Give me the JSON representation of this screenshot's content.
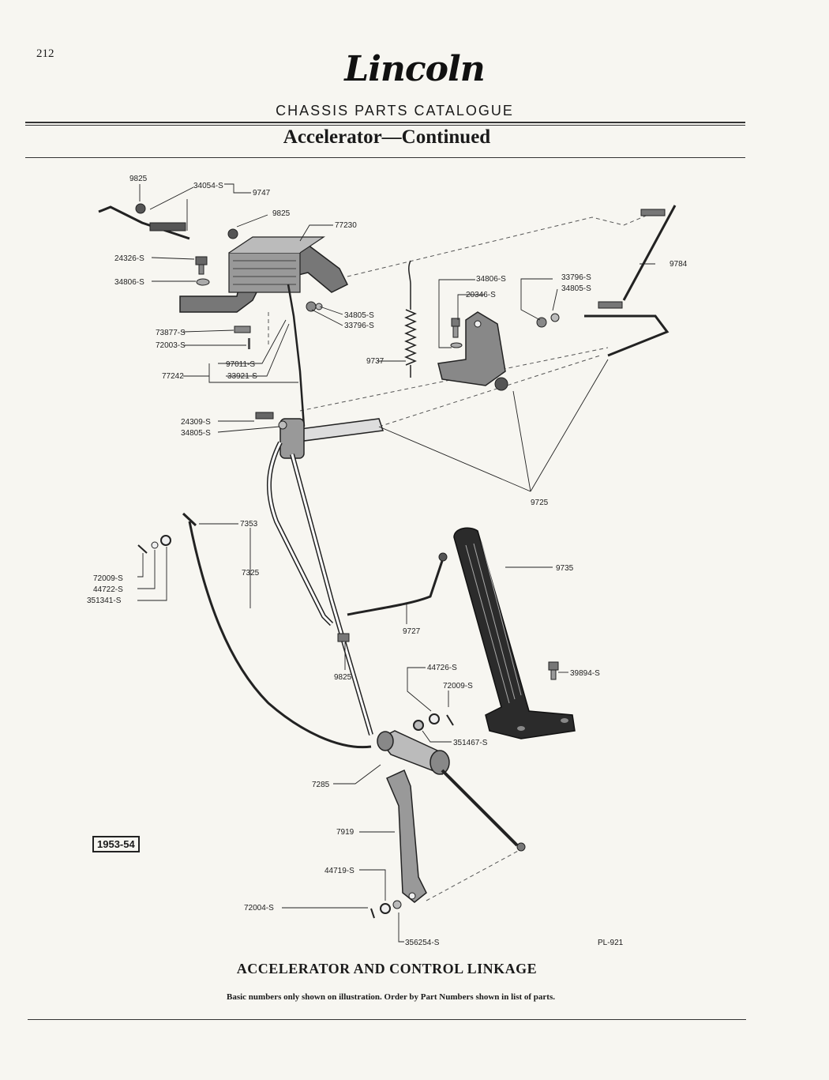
{
  "page": {
    "number": "212",
    "brand": "Lincoln",
    "catalogue_title": "CHASSIS PARTS CATALOGUE",
    "section_title": "Accelerator—Continued",
    "year_badge": "1953-54",
    "plate_id": "PL-921",
    "caption": "ACCELERATOR AND CONTROL LINKAGE",
    "note": "Basic numbers only shown on illustration. Order by Part Numbers shown in list of parts."
  },
  "callouts": {
    "c9825_top": "9825",
    "c34054": "34054-S",
    "c9747": "9747",
    "c9825_mid": "9825",
    "c77230": "77230",
    "c24326": "24326-S",
    "c34806_l": "34806-S",
    "c34805_a": "34805-S",
    "c33796_a": "33796-S",
    "c73877": "73877-S",
    "c72003": "72003-S",
    "c97011": "97011-S",
    "c33921": "33921-S",
    "c77242": "77242",
    "c9737": "9737",
    "c34806_r": "34806-S",
    "c20346": "20346-S",
    "c33796_b": "33796-S",
    "c34805_b": "34805-S",
    "c9784": "9784",
    "c24309": "24309-S",
    "c34805_c": "34805-S",
    "c9725": "9725",
    "c7353": "7353",
    "c7325": "7325",
    "c72009_a": "72009-S",
    "c44722": "44722-S",
    "c351341": "351341-S",
    "c9735": "9735",
    "c9727": "9727",
    "c9825_low": "9825",
    "c44726": "44726-S",
    "c72009_b": "72009-S",
    "c39894": "39894-S",
    "c351467": "351467-S",
    "c7285": "7285",
    "c7919": "7919",
    "c44719": "44719-S",
    "c72004": "72004-S",
    "c356254": "356254-S"
  }
}
